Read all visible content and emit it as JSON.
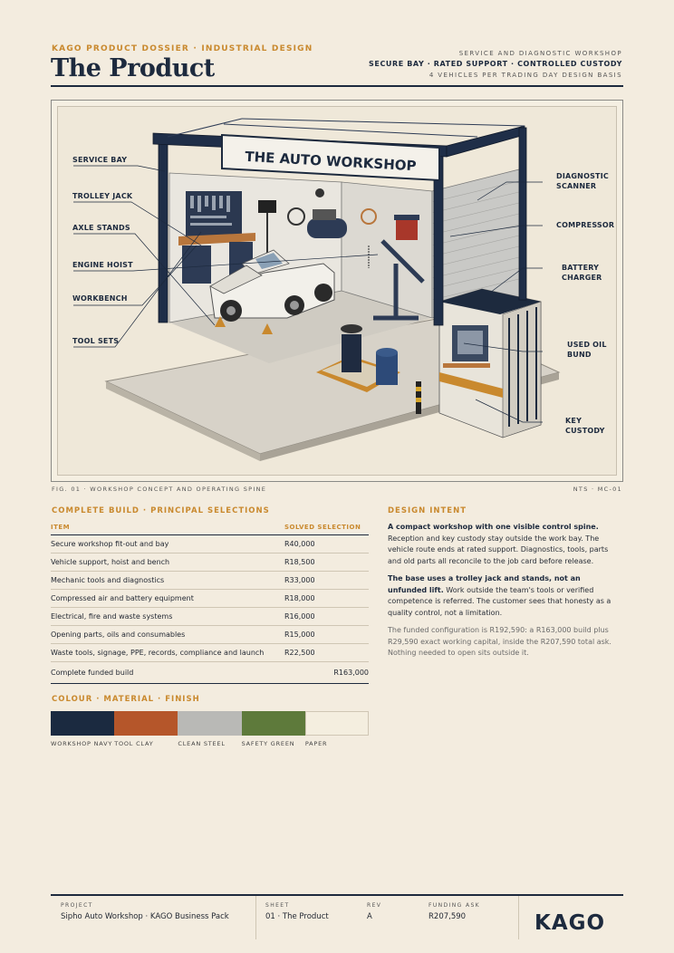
{
  "header": {
    "kicker": "KAGO PRODUCT DOSSIER · INDUSTRIAL DESIGN",
    "title": "The Product",
    "right_line1": "SERVICE AND DIAGNOSTIC WORKSHOP",
    "right_line2": "SECURE BAY · RATED SUPPORT · CONTROLLED CUSTODY",
    "right_line3": "4 VEHICLES PER TRADING DAY DESIGN BASIS"
  },
  "figure": {
    "sign_text": "THE AUTO WORKSHOP",
    "callouts_left": [
      "SERVICE BAY",
      "TROLLEY JACK",
      "AXLE STANDS",
      "ENGINE HOIST",
      "WORKBENCH",
      "TOOL SETS"
    ],
    "callouts_right": [
      "DIAGNOSTIC SCANNER",
      "COMPRESSOR",
      "BATTERY CHARGER",
      "USED OIL BUND",
      "KEY CUSTODY"
    ],
    "caption_left": "FIG. 01 · WORKSHOP CONCEPT AND OPERATING SPINE",
    "caption_right": "NTS · MC-01"
  },
  "build": {
    "heading": "COMPLETE BUILD · PRINCIPAL SELECTIONS",
    "col_item": "ITEM",
    "col_selection": "SOLVED SELECTION",
    "rows": [
      {
        "item": "Secure workshop fit-out and bay",
        "value": "R40,000"
      },
      {
        "item": "Vehicle support, hoist and bench",
        "value": "R18,500"
      },
      {
        "item": "Mechanic tools and diagnostics",
        "value": "R33,000"
      },
      {
        "item": "Compressed air and battery equipment",
        "value": "R18,000"
      },
      {
        "item": "Electrical, fire and waste systems",
        "value": "R16,000"
      },
      {
        "item": "Opening parts, oils and consumables",
        "value": "R15,000"
      },
      {
        "item": "Waste tools, signage, PPE, records, compliance and launch",
        "value": "R22,500"
      }
    ],
    "total_label": "Complete funded build",
    "total_value": "R163,000"
  },
  "intent": {
    "heading": "DESIGN INTENT",
    "p1_bold": "A compact workshop with one visible control spine.",
    "p1_rest": " Reception and key custody stay outside the work bay. The vehicle route ends at rated support. Diagnostics, tools, parts and old parts all reconcile to the job card before release.",
    "p2_bold": "The base uses a trolley jack and stands, not an unfunded lift.",
    "p2_rest": " Work outside the team's tools or verified competence is referred. The customer sees that honesty as a quality control, not a limitation.",
    "p3": "The funded configuration is R192,590: a R163,000 build plus R29,590 exact working capital, inside the R207,590 total ask. Nothing needed to open sits outside it."
  },
  "palette": {
    "heading": "COLOUR · MATERIAL · FINISH",
    "swatches": [
      {
        "label": "WORKSHOP NAVY",
        "color": "#1b2a40"
      },
      {
        "label": "TOOL CLAY",
        "color": "#b5562a"
      },
      {
        "label": "CLEAN STEEL",
        "color": "#b9b9b6"
      },
      {
        "label": "SAFETY GREEN",
        "color": "#5e7a3b"
      },
      {
        "label": "PAPER",
        "color": "#f4eedf"
      }
    ]
  },
  "footer": {
    "project_label": "PROJECT",
    "project_value": "Sipho Auto Workshop · KAGO Business Pack",
    "sheet_label": "SHEET",
    "sheet_value": "01 · The Product",
    "rev_label": "REV",
    "rev_value": "A",
    "ask_label": "FUNDING ASK",
    "ask_value": "R207,590",
    "logo": "KAGO"
  }
}
